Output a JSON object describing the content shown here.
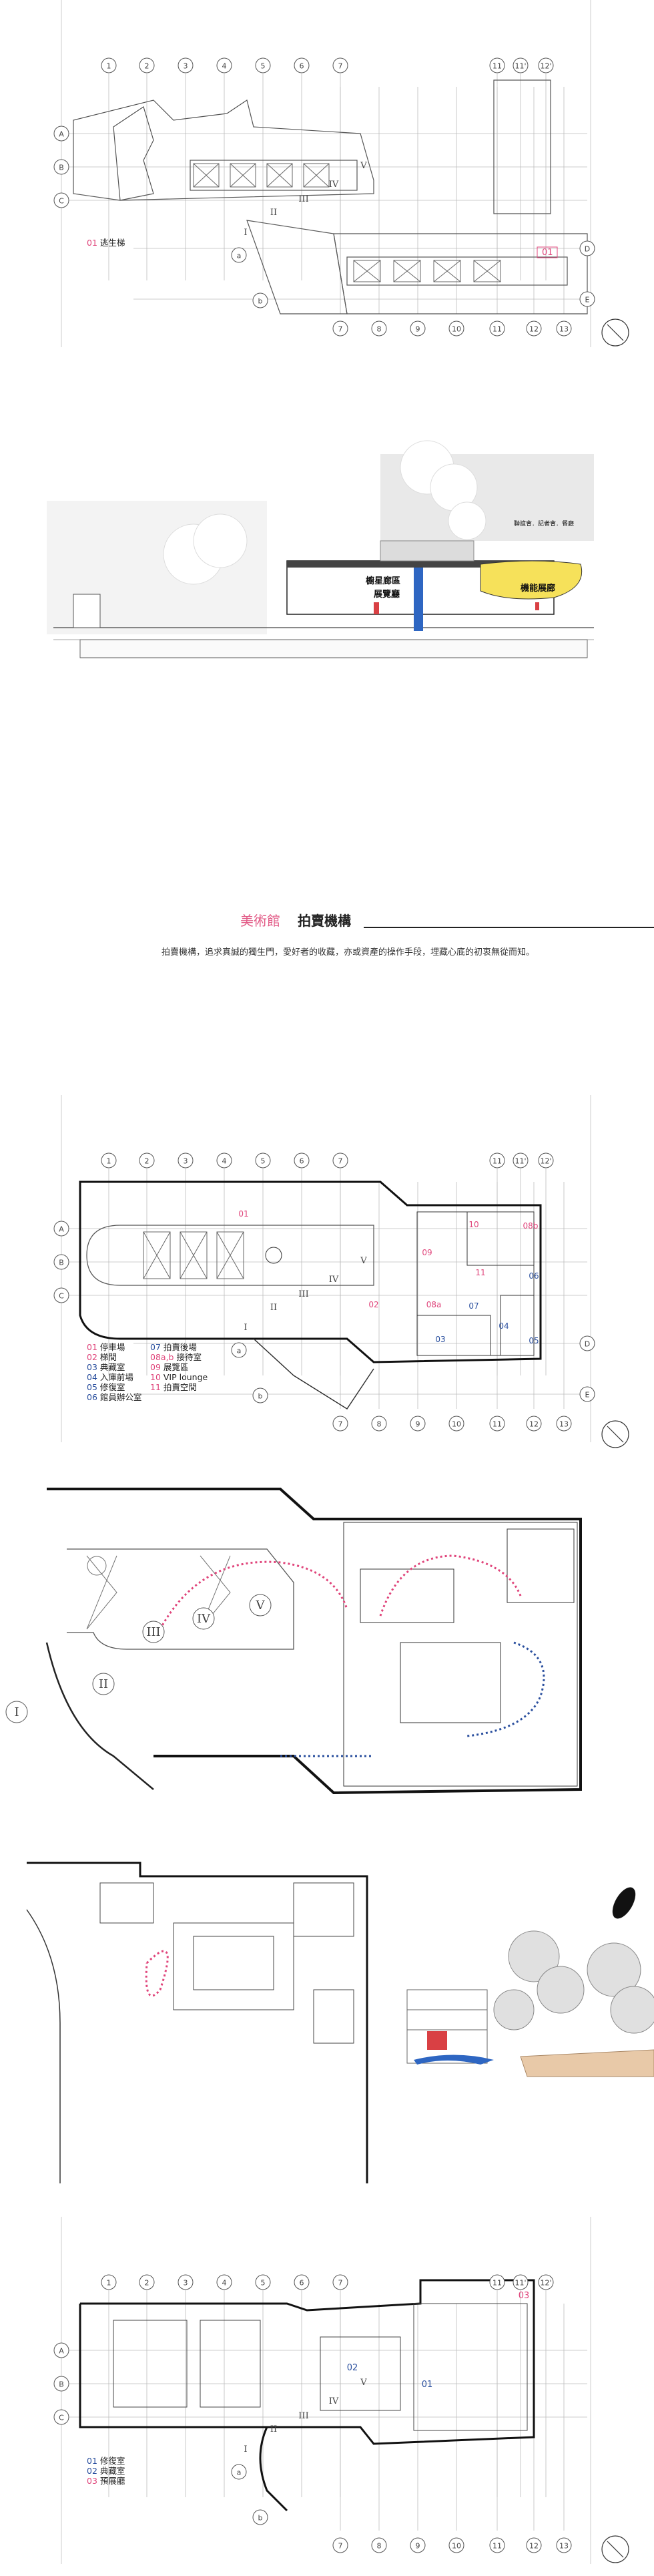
{
  "plan1": {
    "col_top": [
      "1",
      "2",
      "3",
      "4",
      "5",
      "6",
      "7",
      "11",
      "11'",
      "12'"
    ],
    "col_bottom": [
      "7",
      "8",
      "9",
      "10",
      "11",
      "12",
      "13"
    ],
    "rows_left": [
      "A",
      "B",
      "C"
    ],
    "rows_right": [
      "D",
      "E"
    ],
    "roman": [
      "I",
      "II",
      "III",
      "IV",
      "V"
    ],
    "sub": [
      "a",
      "b"
    ],
    "tag_01": "01",
    "legend": [
      {
        "num": "01",
        "label": "逃生梯"
      }
    ]
  },
  "section": {
    "label_top_right": "聯誼會．記者會．餐廳",
    "label_gallery": "展覽廳",
    "label_showcase": "機能展廊",
    "label_atrium": "櫥星廊區"
  },
  "header": {
    "prefix": "美術館",
    "title": "拍賣機構",
    "intro": "拍賣機構，追求真誠的獨生門，愛好者的收藏，亦或資產的操作手段，埋藏心底的初衷無從而知。"
  },
  "plan2": {
    "col_top": [
      "1",
      "2",
      "3",
      "4",
      "5",
      "6",
      "7",
      "11",
      "11'",
      "12'"
    ],
    "col_bottom": [
      "7",
      "8",
      "9",
      "10",
      "11",
      "12",
      "13"
    ],
    "rows_left": [
      "A",
      "B",
      "C"
    ],
    "rows_right": [
      "D",
      "E"
    ],
    "roman": [
      "I",
      "II",
      "III",
      "IV",
      "V"
    ],
    "sub": [
      "a",
      "b"
    ],
    "tags": [
      "01",
      "02",
      "03",
      "04",
      "05",
      "06",
      "07",
      "08a",
      "08b",
      "09",
      "10",
      "11"
    ],
    "legend_left": [
      {
        "num": "01",
        "label": "停車場",
        "color": "pink"
      },
      {
        "num": "02",
        "label": "梯間",
        "color": "pink"
      },
      {
        "num": "03",
        "label": "典藏室",
        "color": "blue"
      },
      {
        "num": "04",
        "label": "入庫前場",
        "color": "blue"
      },
      {
        "num": "05",
        "label": "修復室",
        "color": "blue"
      },
      {
        "num": "06",
        "label": "館員辦公室",
        "color": "blue"
      }
    ],
    "legend_right": [
      {
        "num": "07",
        "label": "拍賣後場",
        "color": "blue"
      },
      {
        "num": "08a,b",
        "label": "接待室",
        "color": "pink"
      },
      {
        "num": "09",
        "label": "展覽區",
        "color": "pink"
      },
      {
        "num": "10",
        "label": "VIP lounge",
        "color": "pink"
      },
      {
        "num": "11",
        "label": "拍賣空間",
        "color": "pink"
      }
    ]
  },
  "zoom": {
    "roman": [
      "I",
      "II",
      "III",
      "IV",
      "V"
    ]
  },
  "plan3": {
    "col_top": [
      "1",
      "2",
      "3",
      "4",
      "5",
      "6",
      "7",
      "11",
      "11'",
      "12'"
    ],
    "col_bottom": [
      "7",
      "8",
      "9",
      "10",
      "11",
      "12",
      "13"
    ],
    "rows_left": [
      "A",
      "B",
      "C"
    ],
    "roman": [
      "I",
      "II",
      "III",
      "IV",
      "V"
    ],
    "sub": [
      "a",
      "b"
    ],
    "tags": [
      "01",
      "02",
      "03"
    ],
    "legend": [
      {
        "num": "01",
        "label": "修復室",
        "color": "blue"
      },
      {
        "num": "02",
        "label": "典藏室",
        "color": "blue"
      },
      {
        "num": "03",
        "label": "預展廳",
        "color": "pink"
      }
    ]
  }
}
